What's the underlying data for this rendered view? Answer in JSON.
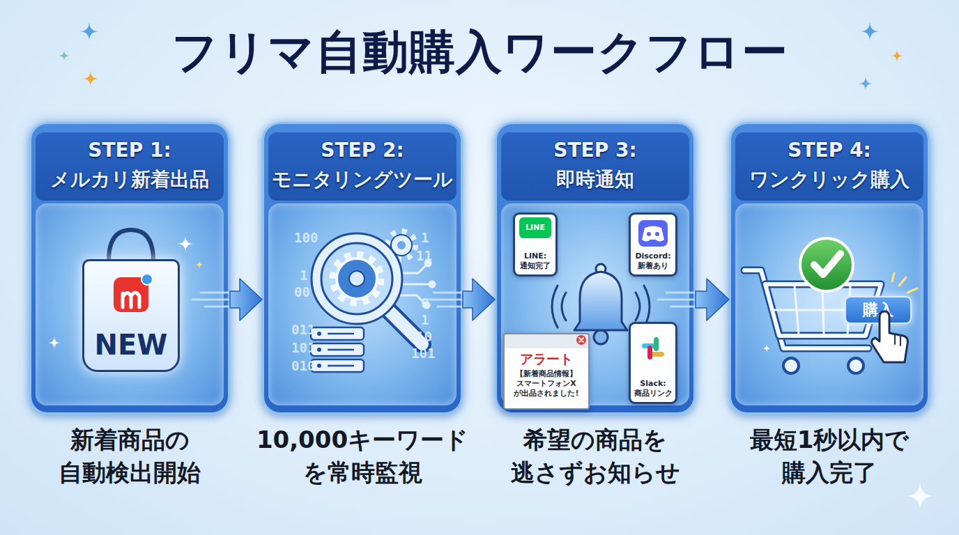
{
  "diagram": {
    "title": "フリマ自動購入ワークフロー",
    "nodes": [
      {
        "text": [
          "STEP 1:",
          "メルカリ新着出品",
          "新着商品の 自動検出開始"
        ]
      },
      {
        "text": [
          "NEW"
        ],
        "in": 0
      },
      {
        "text": [
          "STEP 2:",
          "モニタリングツール",
          "10,000キーワード を常時監視"
        ]
      },
      {
        "text": [
          "STEP 3:",
          "即時通知",
          "希望の商品を 逃さずお知らせ"
        ]
      },
      {
        "text": [
          "LINE: 通知完了"
        ],
        "in": 3
      },
      {
        "text": [
          "LINE"
        ],
        "in": 4
      },
      {
        "text": [
          "Discord: 新着あり"
        ],
        "in": 3
      },
      {
        "text": [
          "アラート",
          "【新着商品情報】 スマートフォンX が出品されました!"
        ],
        "in": 3
      },
      {
        "text": [
          "Slack: 商品リンク"
        ],
        "in": 3
      },
      {
        "text": [
          "STEP 4:",
          "ワンクリック購入",
          "最短1秒以内で 購入完了"
        ]
      },
      {
        "text": [
          "購入"
        ],
        "in": 9
      }
    ],
    "edges": [
      {
        "from": 0,
        "to": 2,
        "arrow": "to"
      },
      {
        "from": 2,
        "to": 3,
        "arrow": "to"
      },
      {
        "from": 3,
        "to": 9,
        "arrow": "to"
      }
    ],
    "labels": [
      "100",
      "1",
      "00",
      "011",
      "101",
      "010",
      "1",
      "11",
      "0",
      "1",
      "10",
      "101"
    ]
  }
}
